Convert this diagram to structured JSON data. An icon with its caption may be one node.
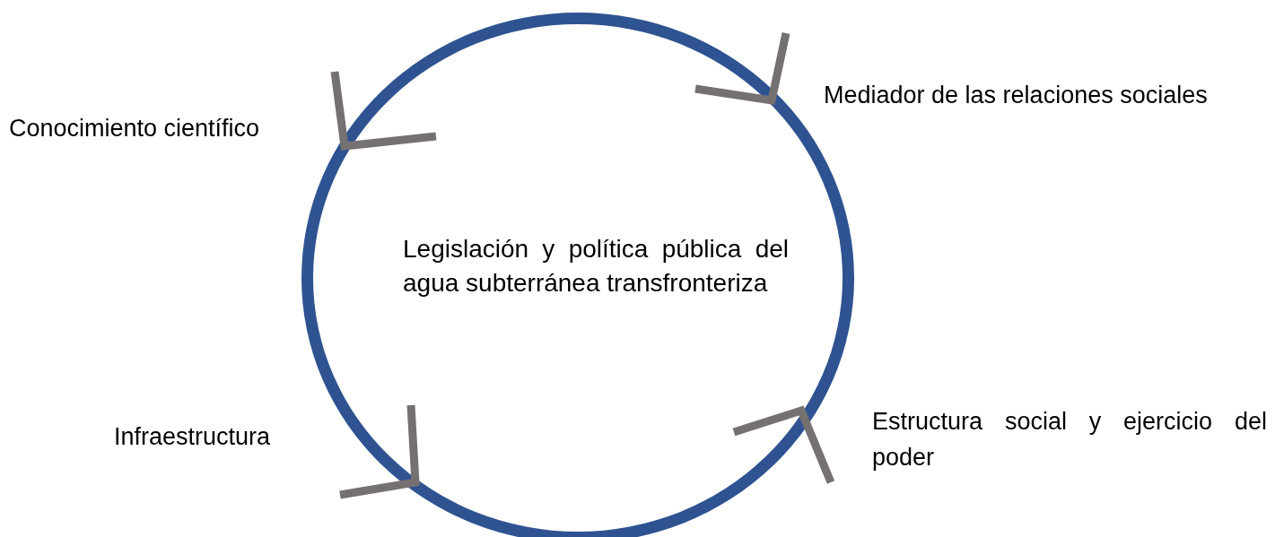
{
  "diagram": {
    "nodes": [
      {
        "text": [
          "Legislación y política pública del agua subterránea transfronteriza"
        ]
      }
    ],
    "labels": [
      "Conocimiento científico",
      "Mediador de las relaciones sociales",
      "Infraestructura",
      "Estructura social y ejercicio del poder"
    ]
  }
}
